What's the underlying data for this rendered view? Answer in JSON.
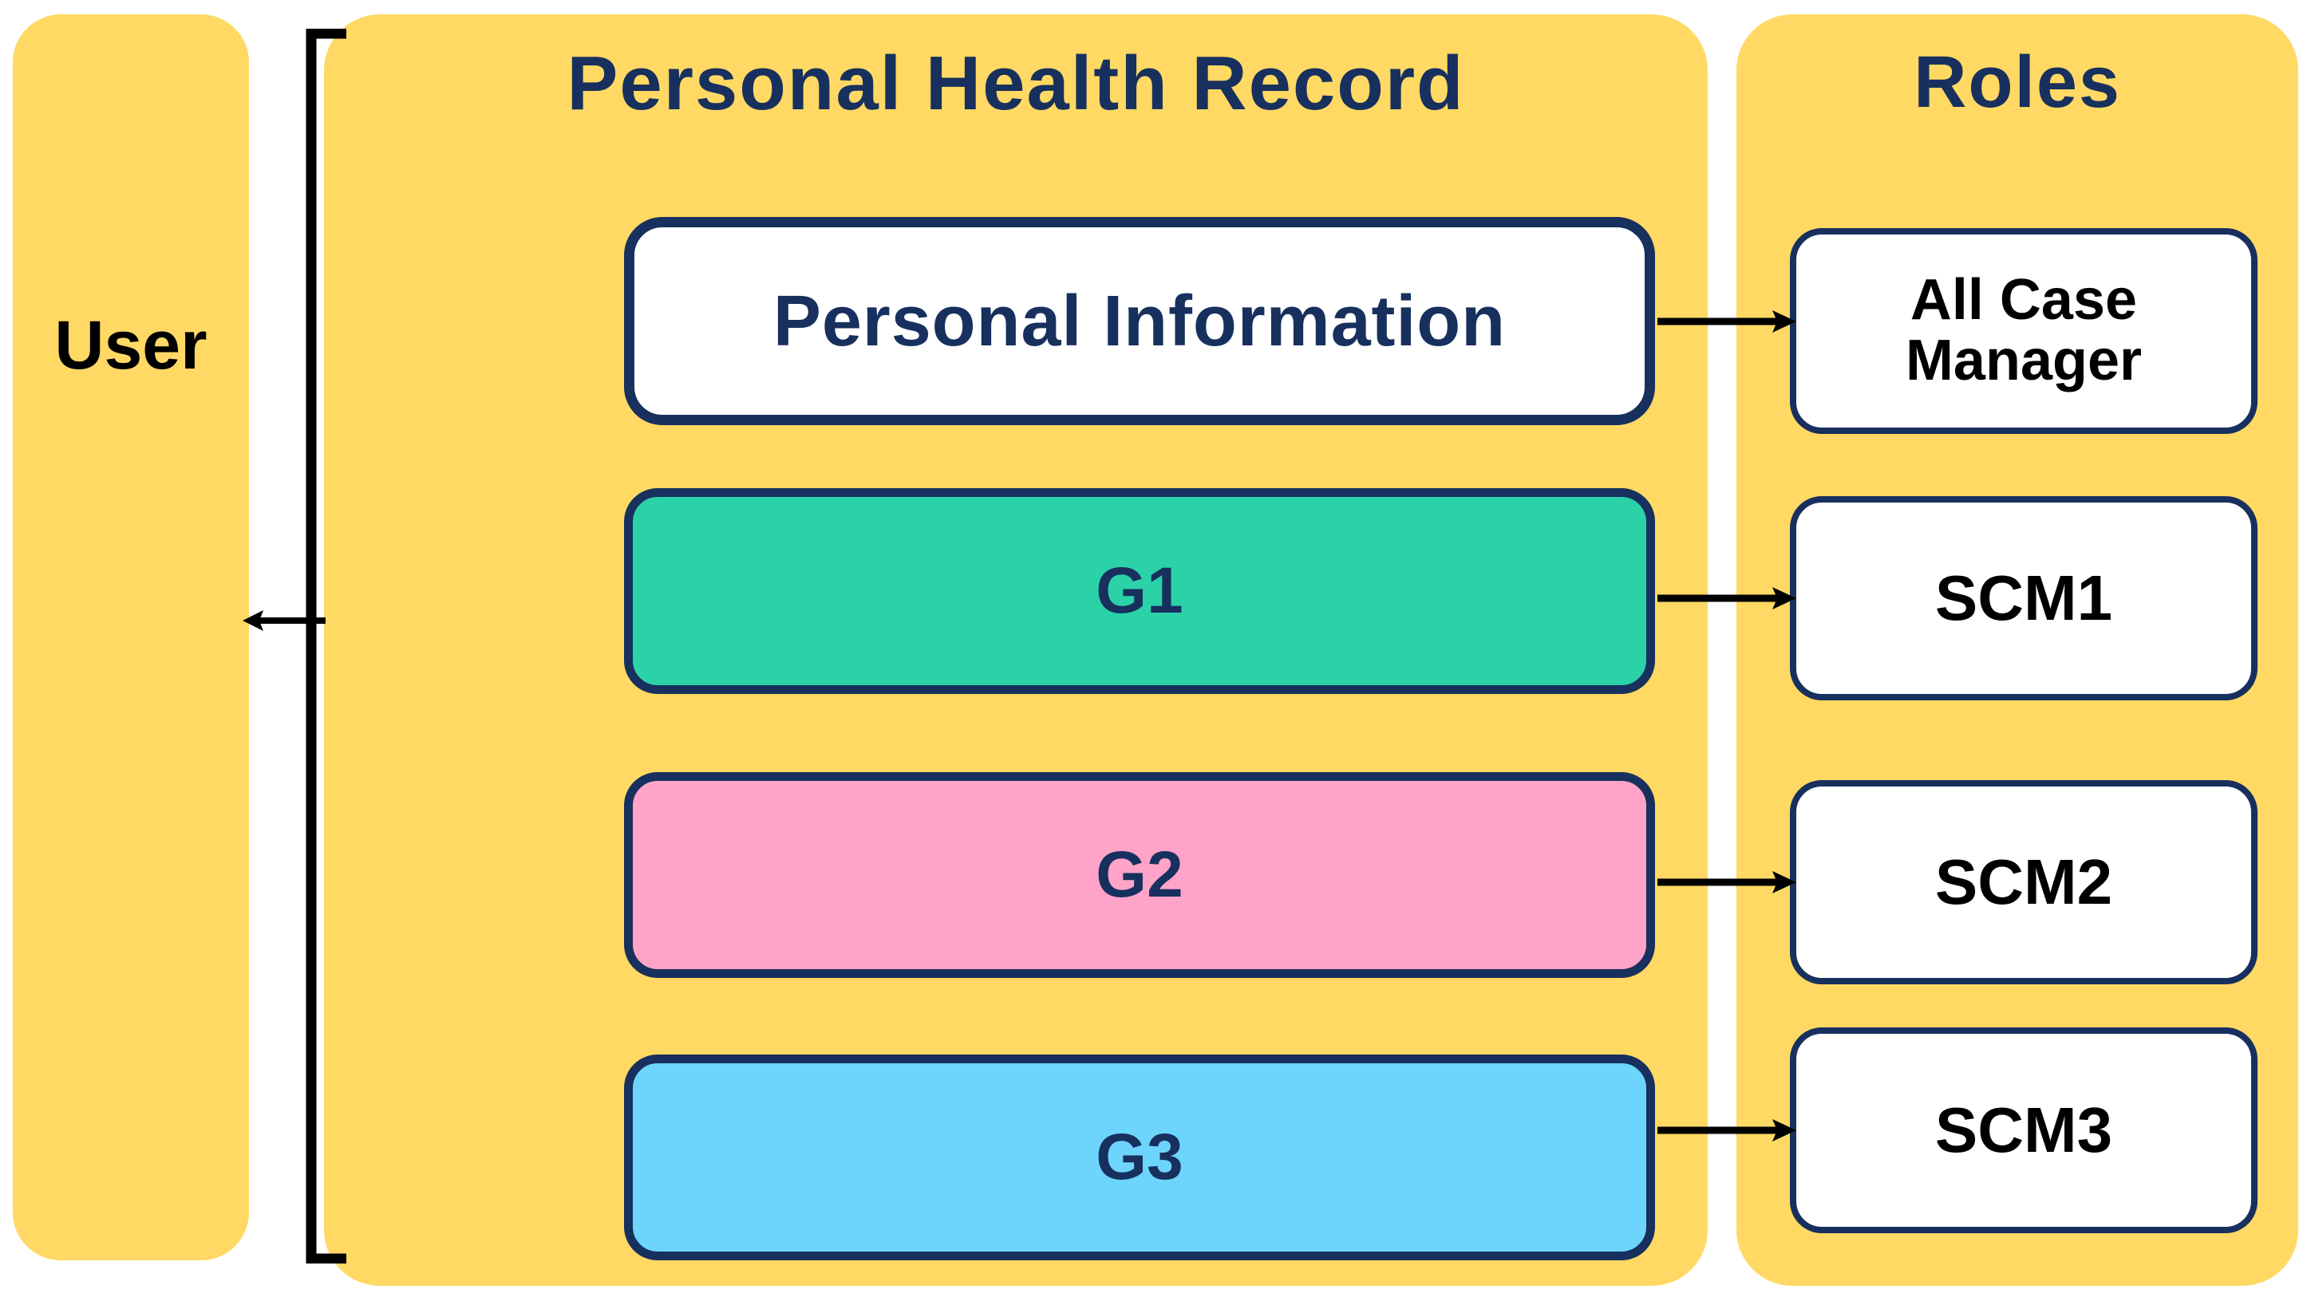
{
  "colors": {
    "panel_yellow": "#FFD964",
    "navy": "#17305E",
    "black": "#000000",
    "white": "#FFFFFF",
    "g1_teal": "#2BD2A8",
    "g2_pink": "#FFA3C9",
    "g3_blue": "#6DD5FB"
  },
  "user": {
    "label": "User"
  },
  "phr": {
    "title": "Personal Health Record",
    "records": [
      {
        "label": "Personal Information",
        "fill": "#FFFFFF",
        "text_color": "#17305E"
      },
      {
        "label": "G1",
        "fill": "#2BD2A8",
        "text_color": "#17305E"
      },
      {
        "label": "G2",
        "fill": "#FFA3C9",
        "text_color": "#17305E"
      },
      {
        "label": "G3",
        "fill": "#6DD5FB",
        "text_color": "#17305E"
      }
    ]
  },
  "roles": {
    "title": "Roles",
    "items": [
      {
        "label": "All Case Manager"
      },
      {
        "label": "SCM1"
      },
      {
        "label": "SCM2"
      },
      {
        "label": "SCM3"
      }
    ]
  },
  "connections": {
    "record_to_role": [
      {
        "from": "Personal Information",
        "to": "All Case Manager",
        "direction": "right"
      },
      {
        "from": "G1",
        "to": "SCM1",
        "direction": "right"
      },
      {
        "from": "G2",
        "to": "SCM2",
        "direction": "right"
      },
      {
        "from": "G3",
        "to": "SCM3",
        "direction": "right"
      }
    ],
    "phr_to_user": {
      "from": "Personal Health Record",
      "to": "User",
      "direction": "left"
    }
  }
}
